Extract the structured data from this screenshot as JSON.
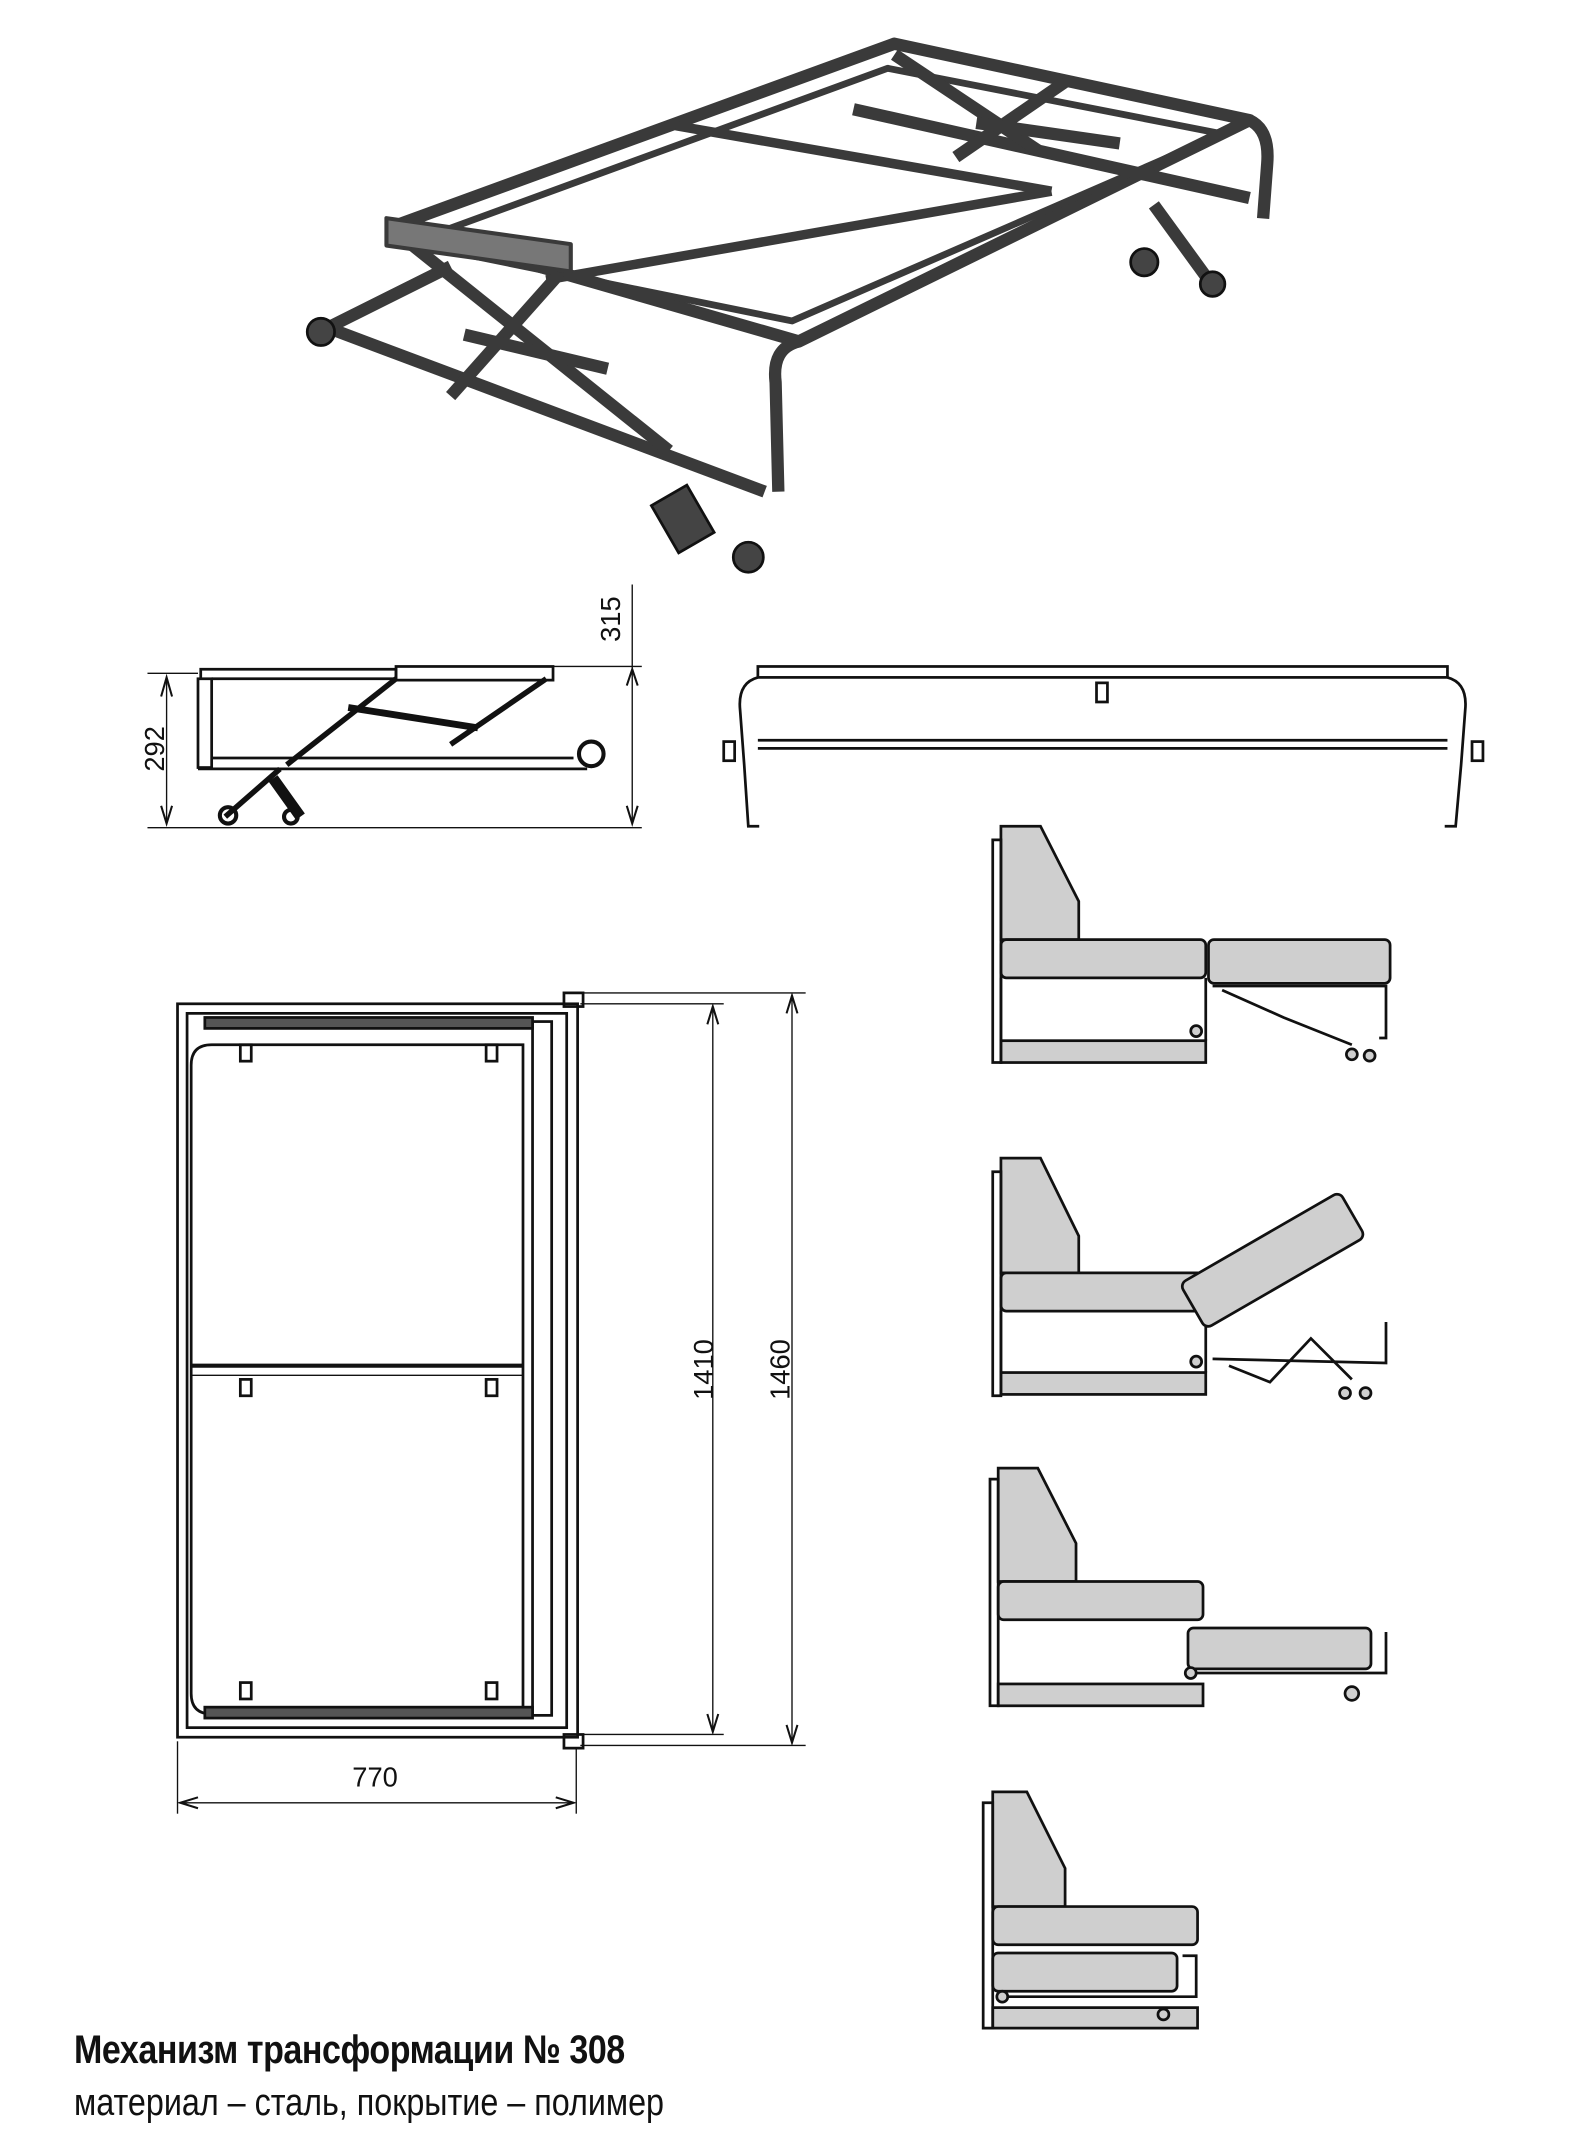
{
  "title": "Механизм трансформации № 308",
  "subtitle": "материал – сталь, покрытие – полимер",
  "dimensions": {
    "height_total": "315",
    "height_frame": "292",
    "length_inner": "1410",
    "length_outer": "1460",
    "width": "770"
  },
  "colors": {
    "line": "#111111",
    "cushion": "#cfcfcf",
    "frame3d": "#3a3a3a"
  }
}
